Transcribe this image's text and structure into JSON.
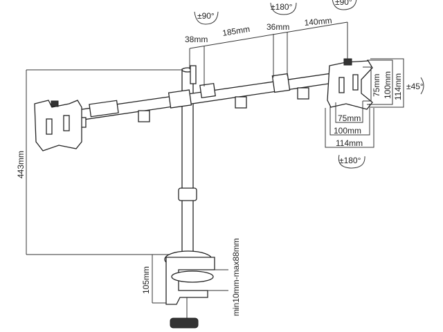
{
  "dimensions": {
    "height_total": "443mm",
    "clamp_height": "105mm",
    "desk_thickness": "min10mm-max88mm",
    "arm_seg_1": "38mm",
    "arm_seg_2": "185mm",
    "arm_seg_3": "36mm",
    "arm_seg_4": "140mm",
    "vesa_h_small": "75mm",
    "vesa_h_mid": "100mm",
    "vesa_h_large": "114mm",
    "vesa_v_small": "75mm",
    "vesa_v_mid": "100mm",
    "vesa_v_large": "114mm"
  },
  "rotations": {
    "arm_joint": "±90°",
    "elbow": "±180°",
    "head_tilt": "±90°",
    "rotation": "±45°",
    "swivel": "±180°"
  }
}
